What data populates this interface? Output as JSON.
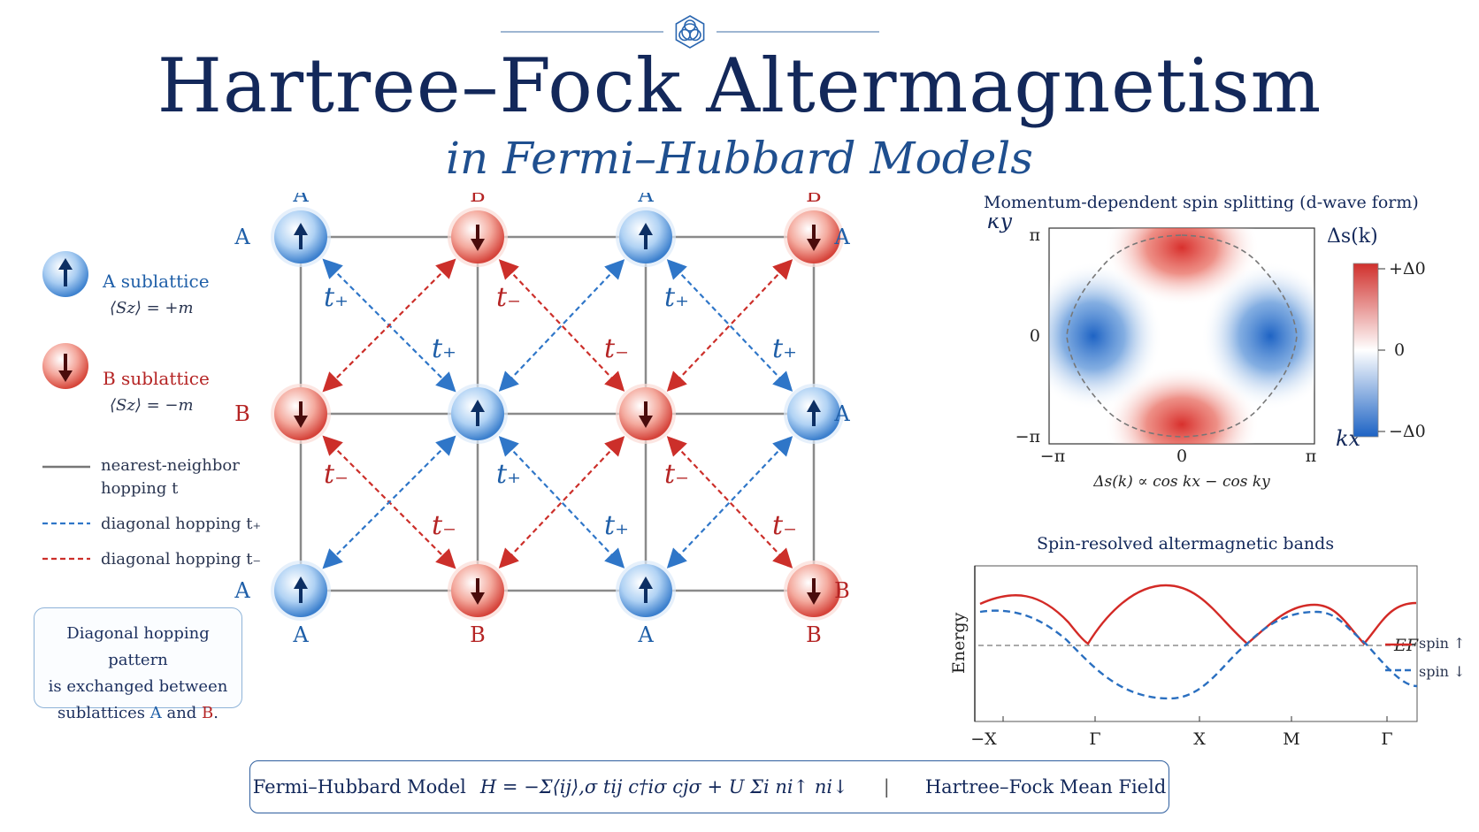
{
  "header": {
    "title": "Hartree–Fock Altermagnetism",
    "subtitle": "in Fermi–Hubbard Models"
  },
  "legend": {
    "a_label": "A sublattice",
    "a_value": "⟨Sz⟩ = +m",
    "b_label": "B sublattice",
    "b_value": "⟨Sz⟩ = −m",
    "nn_line1": "nearest-neighbor",
    "nn_line2": "hopping  t",
    "diag_plus": "diagonal hopping  t₊",
    "diag_minus": "diagonal hopping  t₋"
  },
  "note": {
    "line1": "Diagonal hopping pattern",
    "line2": "is exchanged between",
    "line3_pre": "sublattices ",
    "line3_a": "A",
    "line3_mid": " and ",
    "line3_b": "B",
    "line3_post": "."
  },
  "lattice": {
    "top_labels": [
      "A",
      "B",
      "A",
      "B"
    ],
    "bottom_labels": [
      "A",
      "B",
      "A",
      "B"
    ],
    "left_labels": [
      "A",
      "B",
      "A"
    ],
    "right_labels": [
      "A",
      "A",
      "B"
    ],
    "hop_plus": "t₊",
    "hop_minus": "t₋"
  },
  "heatmap": {
    "title": "Momentum-dependent spin splitting (d-wave form)",
    "ylabel": "ky",
    "xlabel": "kx",
    "ticks_x": [
      "−π",
      "0",
      "π"
    ],
    "ticks_y": [
      "π",
      "0",
      "−π"
    ],
    "colorbar_title": "Δs(k)",
    "colorbar_ticks": [
      "+Δ0",
      "0",
      "−Δ0"
    ],
    "formula": "Δs(k) ∝ cos kx − cos ky"
  },
  "bands": {
    "title": "Spin-resolved altermagnetic bands",
    "ylabel": "Energy",
    "ef_label": "EF",
    "xticks": [
      "−X",
      "Γ",
      "X",
      "M",
      "Γ"
    ],
    "legend_up": "spin ↑",
    "legend_down": "spin ↓"
  },
  "footer": {
    "left": "Fermi–Hubbard Model",
    "equation": "H = −Σ⟨ij⟩,σ tij c†iσ cjσ + U Σi ni↑ ni↓",
    "separator": "|",
    "right": "Hartree–Fock Mean Field"
  },
  "colors": {
    "a_blue": "#2f76c8",
    "b_red": "#d23b32",
    "title_navy": "#13285a",
    "grid_gray": "#8a8a8a"
  },
  "icon": "hexagon-flower-icon"
}
